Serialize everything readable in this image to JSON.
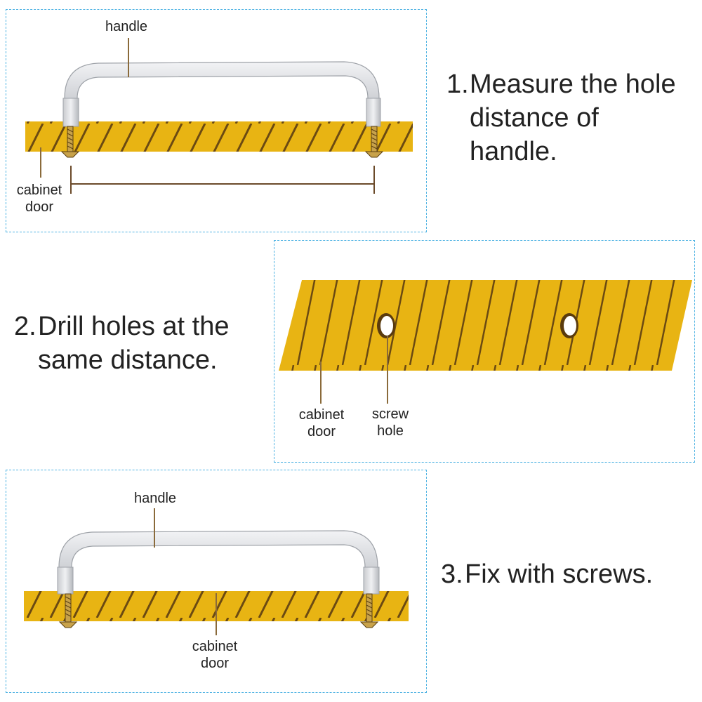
{
  "steps": [
    {
      "number": "1.",
      "text_lines": [
        "Measure the hole",
        "distance of",
        "handle."
      ]
    },
    {
      "number": "2.",
      "text_lines": [
        "Drill holes at the",
        "same distance."
      ]
    },
    {
      "number": "3.",
      "text_lines": [
        "Fix with screws."
      ]
    }
  ],
  "labels": {
    "handle": "handle",
    "cabinet_door": [
      "cabinet",
      "door"
    ],
    "screw_hole": [
      "screw",
      "hole"
    ]
  },
  "colors": {
    "panel_border": "#4fb3e3",
    "wood_fill": "#e8b413",
    "wood_stripe": "#6b4a12",
    "handle_metal": "#d6d8dc",
    "screw": "#c8a24a",
    "leader_line": "#8a6a3a"
  },
  "icons": [
    "handle-icon",
    "screw-icon",
    "cabinet-door-icon",
    "screw-hole-icon"
  ]
}
